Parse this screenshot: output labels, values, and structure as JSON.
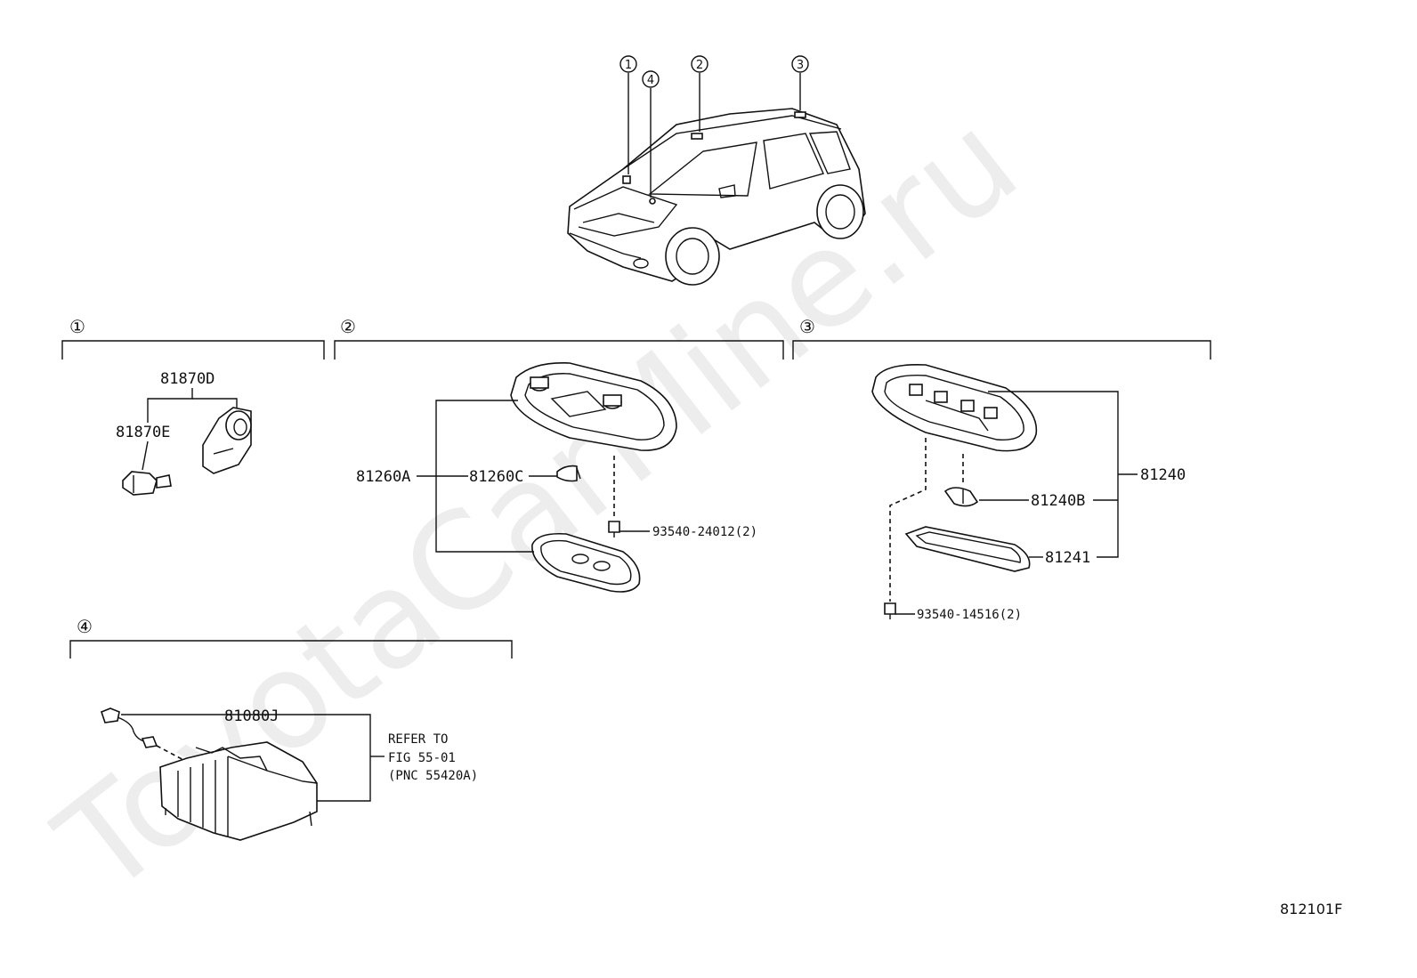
{
  "watermark": "ToyotaCarMine.ru",
  "figure_code": "812101F",
  "markers": {
    "m1": "①",
    "m2": "②",
    "m3": "③",
    "m4": "④"
  },
  "section1": {
    "marker": "①",
    "labels": {
      "p81870D": "81870D",
      "p81870E": "81870E"
    }
  },
  "section2": {
    "marker": "②",
    "labels": {
      "p81260A": "81260A",
      "p81260C": "81260C",
      "screw": "93540-24012(2)"
    }
  },
  "section3": {
    "marker": "③",
    "labels": {
      "p81240": "81240",
      "p81240B": "81240B",
      "p81241": "81241",
      "screw": "93540-14516(2)"
    }
  },
  "section4": {
    "marker": "④",
    "labels": {
      "p81080J": "81080J",
      "refer_line1": "REFER TO",
      "refer_line2": "FIG 55-01",
      "refer_line3": "(PNC 55420A)"
    }
  }
}
